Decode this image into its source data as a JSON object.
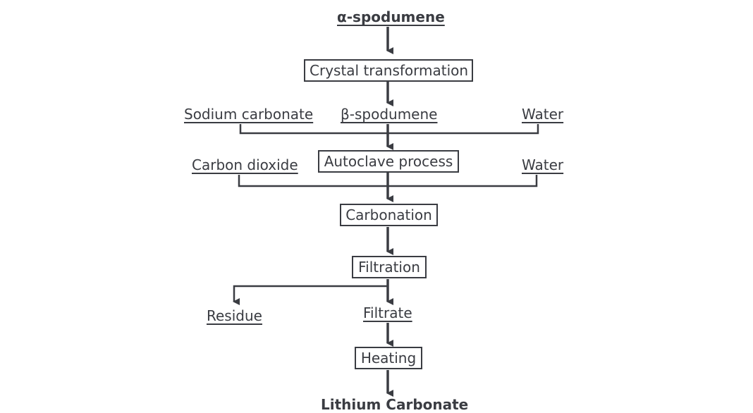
{
  "diagram": {
    "title": "Lithium carbonate production from spodumene",
    "start": "α-spodumene",
    "steps": {
      "crystal_transformation": "Crystal transformation",
      "autoclave": "Autoclave process",
      "carbonation": "Carbonation",
      "filtration": "Filtration",
      "heating": "Heating"
    },
    "materials": {
      "beta_spodumene": "β-spodumene",
      "sodium_carbonate": "Sodium carbonate",
      "water_1": "Water",
      "carbon_dioxide": "Carbon dioxide",
      "water_2": "Water",
      "residue": "Residue",
      "filtrate": "Filtrate"
    },
    "end": "Lithium Carbonate",
    "colors": {
      "line": "#3a3c42",
      "background": "#ffffff"
    }
  }
}
